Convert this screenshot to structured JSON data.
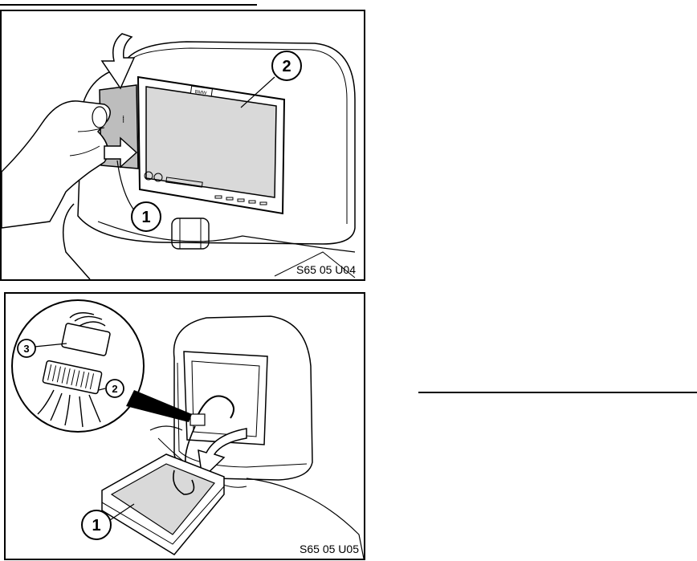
{
  "figures": [
    {
      "code": "S65 05 U04",
      "callouts": [
        "1",
        "2"
      ],
      "display_brand": "BMW"
    },
    {
      "code": "S65 05 U05",
      "callouts": [
        "1",
        "2",
        "3"
      ]
    }
  ]
}
